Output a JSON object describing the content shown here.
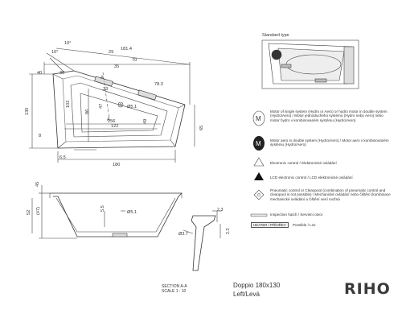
{
  "standard_type_label": "Standard type",
  "top_view": {
    "dims": [
      "10°",
      "10°",
      "181.4",
      "29",
      "70",
      "35",
      "78.3",
      "30",
      "130",
      "40",
      "102",
      "156",
      "122",
      "86",
      "47",
      "33",
      "49",
      "65",
      "8",
      "6.5",
      "180",
      "Ø5.1"
    ],
    "marks": [
      "A",
      "A"
    ]
  },
  "section_view": {
    "dims": [
      "45",
      "52",
      "(47)",
      "5.5",
      "Ø5.1"
    ]
  },
  "foot_detail": {
    "dims": [
      "2.3",
      "Ø3.7",
      "2.3"
    ]
  },
  "legend": [
    {
      "icon": "motor-single-icon",
      "symbol": "M",
      "text": "Motor of single system (Hydro or Aero) or hydro motor in double system (Hydro/Aero) / Motor jednoduchého systému (Hydro nebo Aero) nebo motor hydro v kombinovaném systému (Hydro/Aero)"
    },
    {
      "icon": "motor-aero-icon",
      "symbol": "M",
      "text": "Motor aero in double system (Hydro/Aero) / Motor aero v kombinovaném systému (Hydro/Aero)"
    },
    {
      "icon": "triangle-outline-icon",
      "symbol": "",
      "text": "Electronic control  /  Elektronické ovládání"
    },
    {
      "icon": "triangle-filled-icon",
      "symbol": "",
      "text": "LCD electronic control  /  LCD elektronické ovládání"
    },
    {
      "icon": "diamond-icon",
      "symbol": "",
      "text": "Pneumatic control or Cleanpool (combination of pneumatic control and cleanpool is not possible) / Mechanické ovládání nebo čištění (kombinace mechanické ovládání a čištění není možná"
    },
    {
      "icon": "inspection-hatch-icon",
      "symbol": "",
      "text": "Inspection hatch  /  Servisní otvor"
    }
  ],
  "heater": {
    "badge": "HEATER / PŘÍHŘEV",
    "text": "Possible / Lze"
  },
  "section": {
    "line1": "SECTION A-A",
    "line2": "SCALE 1 : 10"
  },
  "product": {
    "line1": "Doppio 180x130",
    "line2": "Left/Levá"
  },
  "brand": "RIHO"
}
